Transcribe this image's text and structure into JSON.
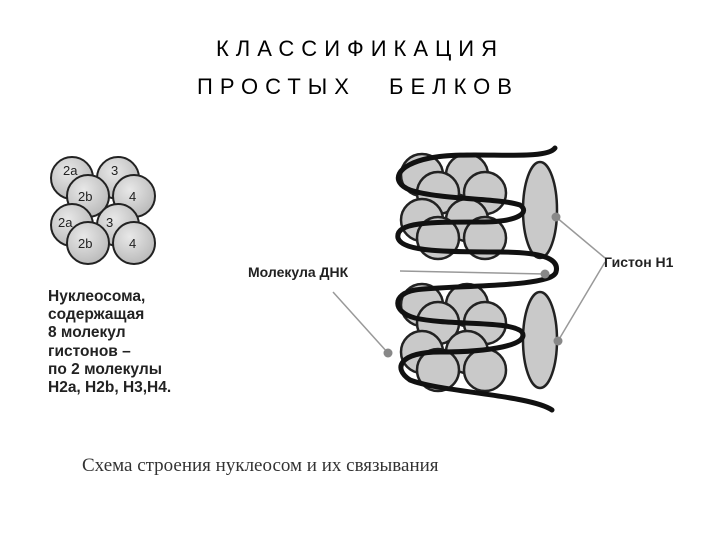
{
  "title": {
    "line1": "КЛАССИФИКАЦИЯ",
    "line2": "ПРОСТЫХ БЕЛКОВ"
  },
  "nucleosome_grid": {
    "top": [
      "2a",
      "3",
      "2b",
      "4"
    ],
    "bottom": [
      "2a",
      "3",
      "2b",
      "4"
    ]
  },
  "description": [
    "Нуклеосома,",
    "содержащая",
    "8 молекул",
    "гистонов –",
    "по 2 молекулы",
    "H2a, H2b, H3,H4."
  ],
  "labels": {
    "dna": "Молекула ДНК",
    "histone": "Гистон Н1"
  },
  "caption": "Схема строения нуклеосом и их связывания"
}
